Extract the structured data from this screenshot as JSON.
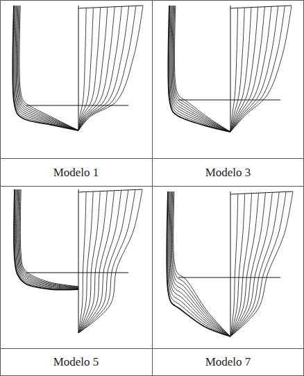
{
  "diagram": {
    "labels": [
      "Modelo 1",
      "Modelo 3",
      "Modelo 5",
      "Modelo 7"
    ]
  }
}
